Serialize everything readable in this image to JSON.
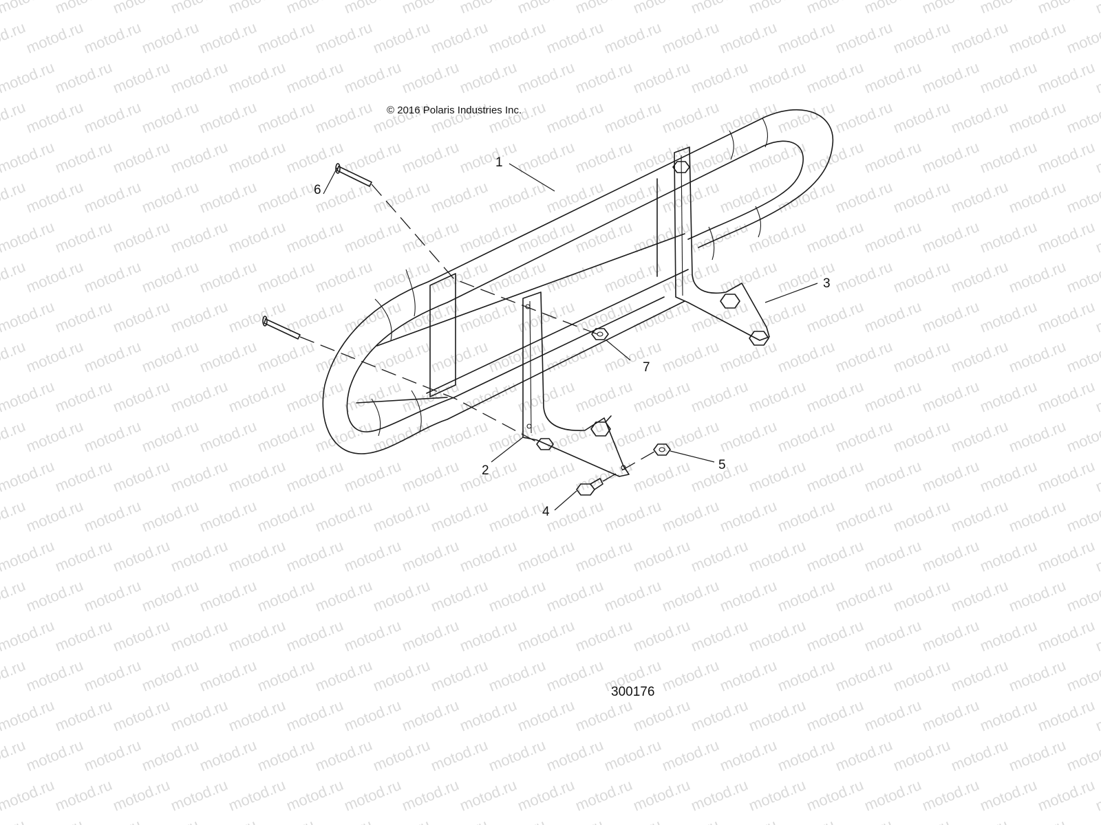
{
  "copyright": "© 2016 Polaris Industries Inc.",
  "figure_number": "300176",
  "watermark": "motod.ru",
  "callouts": [
    "1",
    "2",
    "3",
    "4",
    "5",
    "6",
    "7"
  ]
}
